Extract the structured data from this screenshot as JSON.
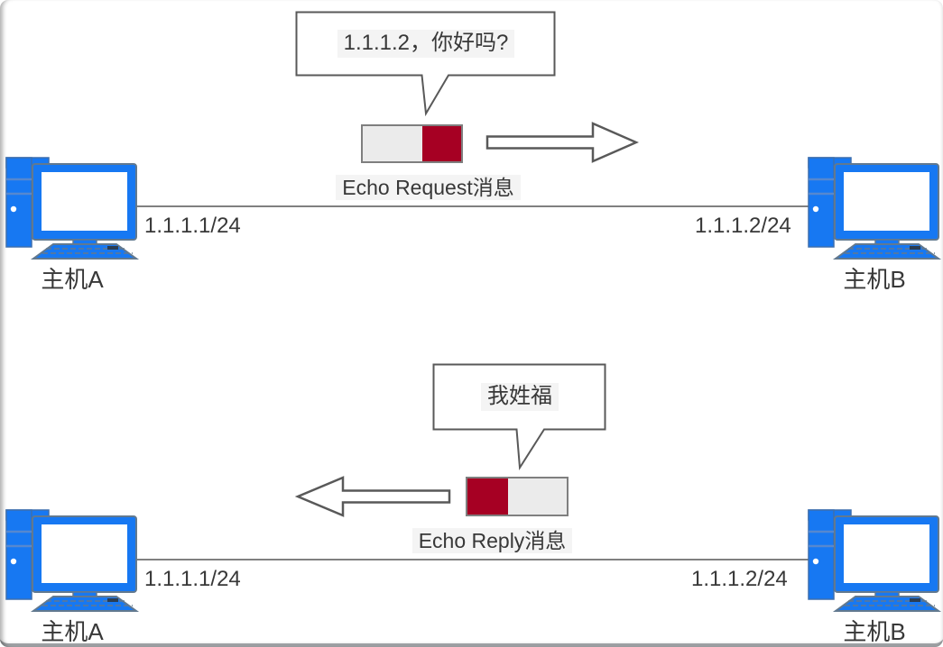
{
  "colors": {
    "host-blue": "#1778F2",
    "host-blue-dark": "#3d6fae",
    "packet-red": "#A60023",
    "packet-gray": "#EBEBEB",
    "wire-gray": "#808080",
    "stroke-gray": "#595959",
    "text-dark": "#383838"
  },
  "sections": [
    {
      "id": "echo-request",
      "bubble_text": "1.1.1.2，你好吗?",
      "message_label": "Echo Request消息",
      "direction": "right",
      "left_host": {
        "name": "主机A",
        "ip": "1.1.1.1/24"
      },
      "right_host": {
        "name": "主机B",
        "ip": "1.1.1.2/24"
      }
    },
    {
      "id": "echo-reply",
      "bubble_text": "我姓福",
      "message_label": "Echo Reply消息",
      "direction": "left",
      "left_host": {
        "name": "主机A",
        "ip": "1.1.1.1/24"
      },
      "right_host": {
        "name": "主机B",
        "ip": "1.1.1.2/24"
      }
    }
  ]
}
